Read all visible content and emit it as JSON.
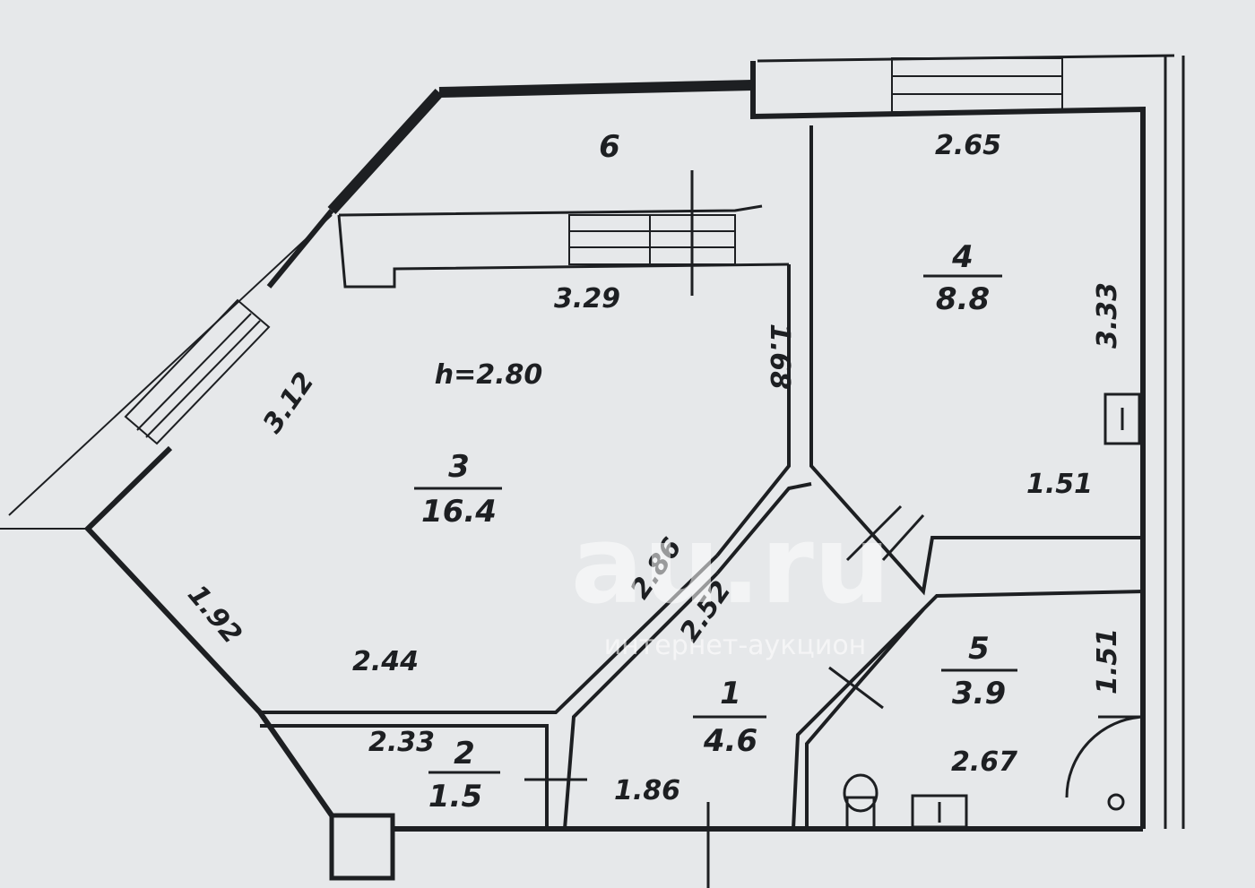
{
  "rooms": [
    {
      "number": "1",
      "area": "4.6"
    },
    {
      "number": "2",
      "area": "1.5"
    },
    {
      "number": "3",
      "area": "16.4"
    },
    {
      "number": "4",
      "area": "8.8"
    },
    {
      "number": "5",
      "area": "3.9"
    },
    {
      "number": "6"
    }
  ],
  "ceiling_height": "h=2.80",
  "dimensions": {
    "r3_top": "3.29",
    "r3_right": "1.68",
    "r3_diag_upper": "3.12",
    "r3_diag_lower": "1.92",
    "r3_bottom": "2.44",
    "r3_partition": "2.86",
    "r1_partition": "2.52",
    "r2_top": "2.33",
    "r1_bottom": "1.86",
    "r4_top": "2.65",
    "r4_right": "3.33",
    "r4_bottom": "1.51",
    "r5_right": "1.51",
    "r5_bottom": "2.67"
  },
  "watermark": {
    "main": "au.ru",
    "sub": "интернет-аукцион"
  },
  "colors": {
    "background": "#e6e8ea",
    "wall": "#1d1f22",
    "watermark": "#ffffff"
  }
}
